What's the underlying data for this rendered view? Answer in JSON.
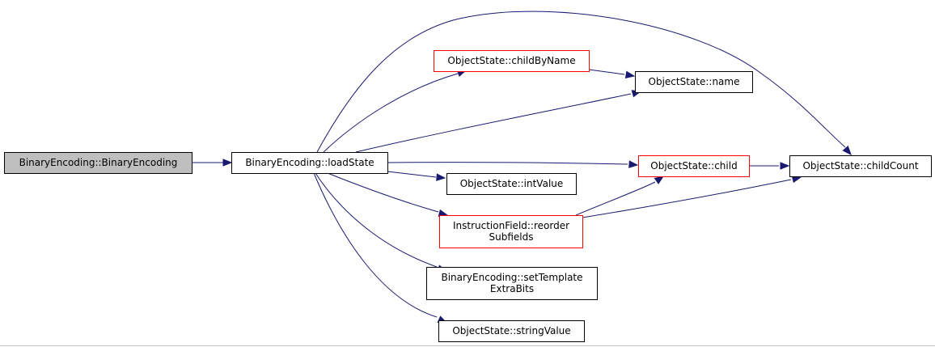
{
  "colors": {
    "edge": "#191970",
    "root_fill": "#bfbfbf",
    "root_border": "#000000",
    "node_border": "#000000",
    "highlight_border": "#ff0000",
    "node_fill": "#ffffff"
  },
  "nodes": [
    {
      "id": "binary_encoding_ctor",
      "lines": [
        "BinaryEncoding::BinaryEncoding"
      ],
      "style": "root"
    },
    {
      "id": "load_state",
      "lines": [
        "BinaryEncoding::loadState"
      ],
      "style": "normal"
    },
    {
      "id": "child_by_name",
      "lines": [
        "ObjectState::childByName"
      ],
      "style": "highlight"
    },
    {
      "id": "name",
      "lines": [
        "ObjectState::name"
      ],
      "style": "normal"
    },
    {
      "id": "child",
      "lines": [
        "ObjectState::child"
      ],
      "style": "highlight"
    },
    {
      "id": "child_count",
      "lines": [
        "ObjectState::childCount"
      ],
      "style": "normal"
    },
    {
      "id": "int_value",
      "lines": [
        "ObjectState::intValue"
      ],
      "style": "normal"
    },
    {
      "id": "reorder_subfields",
      "lines": [
        "InstructionField::reorder",
        "Subfields"
      ],
      "style": "highlight"
    },
    {
      "id": "set_template_extra_bits",
      "lines": [
        "BinaryEncoding::setTemplate",
        "ExtraBits"
      ],
      "style": "normal"
    },
    {
      "id": "string_value",
      "lines": [
        "ObjectState::stringValue"
      ],
      "style": "normal"
    }
  ],
  "edges": [
    {
      "from": "binary_encoding_ctor",
      "to": "load_state"
    },
    {
      "from": "load_state",
      "to": "child_by_name"
    },
    {
      "from": "load_state",
      "to": "name"
    },
    {
      "from": "load_state",
      "to": "child_count"
    },
    {
      "from": "load_state",
      "to": "child"
    },
    {
      "from": "load_state",
      "to": "int_value"
    },
    {
      "from": "load_state",
      "to": "reorder_subfields"
    },
    {
      "from": "load_state",
      "to": "set_template_extra_bits"
    },
    {
      "from": "load_state",
      "to": "string_value"
    },
    {
      "from": "child_by_name",
      "to": "name"
    },
    {
      "from": "child",
      "to": "child_count"
    },
    {
      "from": "reorder_subfields",
      "to": "child"
    },
    {
      "from": "reorder_subfields",
      "to": "child_count"
    }
  ]
}
